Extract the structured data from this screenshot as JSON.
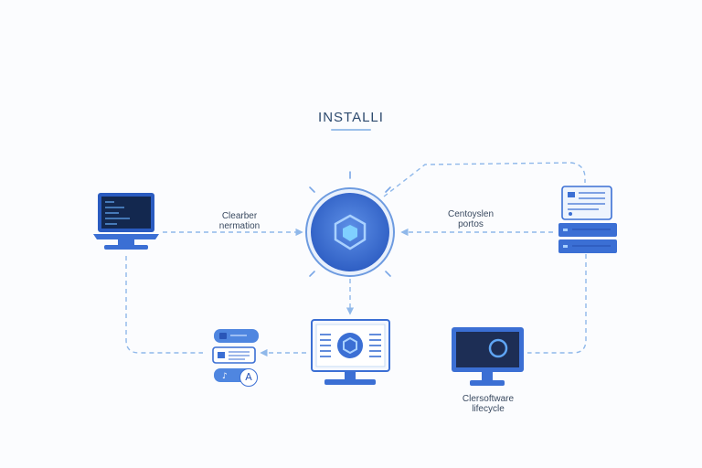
{
  "diagram": {
    "title": "INSTALLI",
    "labels": {
      "left_line1": "Clearber",
      "left_line2": "nermation",
      "right_line1": "Centoyslen",
      "right_line2": "portos",
      "bottom_line1": "Clersoftware",
      "bottom_line2": "lifecycle"
    },
    "badge_letter": "A",
    "colors": {
      "accent": "#3b6fd4",
      "accent_light": "#5d8fe6",
      "line": "#8fb8ea",
      "screen_dark": "#1d2e55",
      "text": "#3a4a60"
    }
  }
}
